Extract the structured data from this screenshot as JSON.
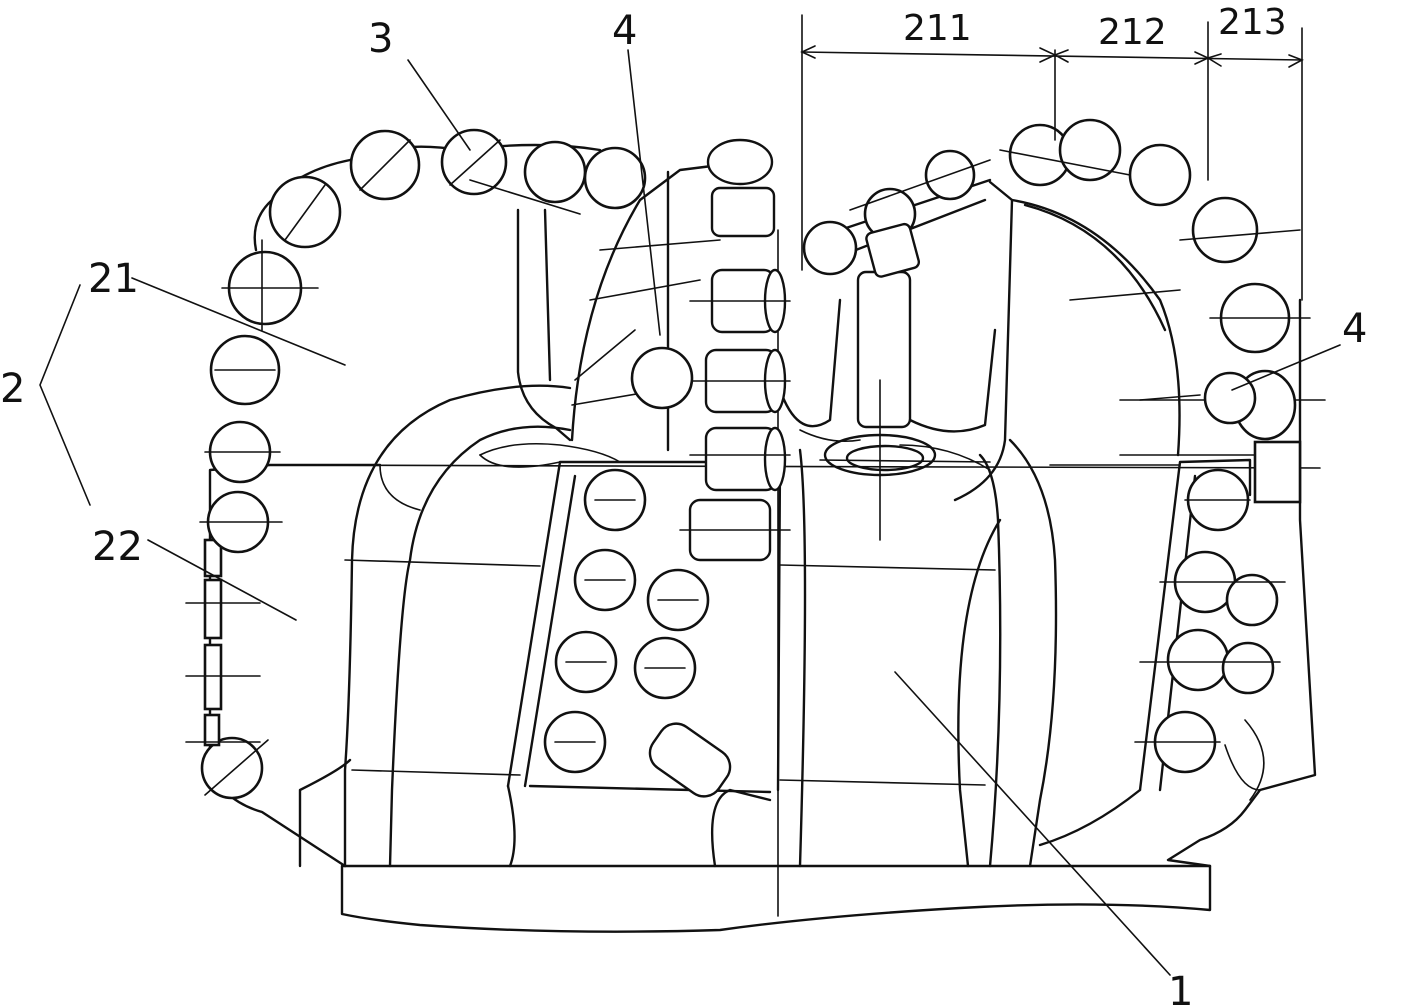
{
  "labels": {
    "l1": "1",
    "l2": "2",
    "l21": "21",
    "l22": "22",
    "l3": "3",
    "l4a": "4",
    "l4b": "4"
  },
  "dimensions": {
    "d211": "211",
    "d212": "212",
    "d213": "213"
  }
}
